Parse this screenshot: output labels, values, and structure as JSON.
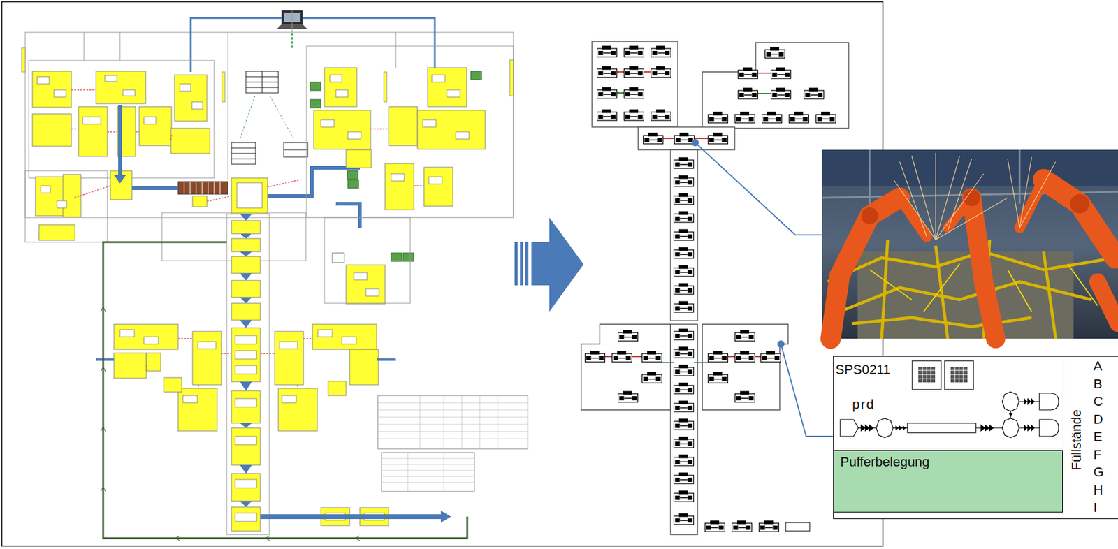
{
  "diagram": {
    "nodes": [
      {
        "text": [
          "SPS0211",
          "prd"
        ]
      },
      {
        "text": [
          "Pufferbelegung"
        ],
        "in": 0
      },
      {
        "text": [
          "Füllstände"
        ],
        "in": 0
      }
    ],
    "labels": [
      "A",
      "B",
      "C",
      "D",
      "E",
      "F",
      "G",
      "H",
      "I"
    ]
  }
}
